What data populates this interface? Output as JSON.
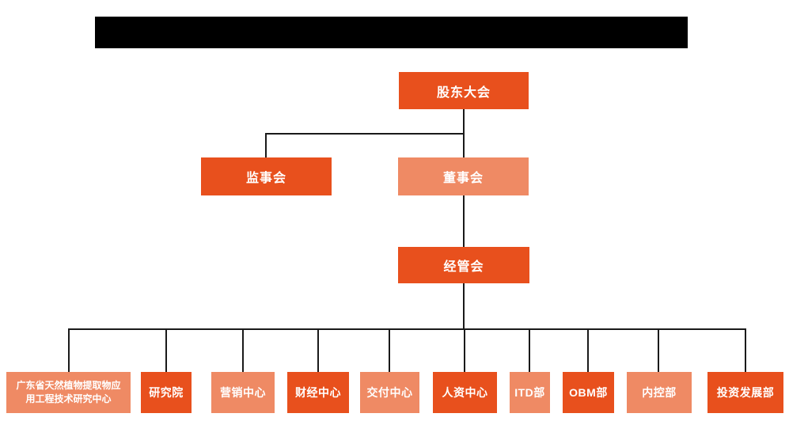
{
  "colors": {
    "primary_orange": "#E8501D",
    "light_orange": "#EF8A64",
    "connector_line": "#1A1A1A",
    "redacted_bar": "#000000",
    "node_text": "#FFFFFF",
    "background": "#FFFFFF"
  },
  "org_chart": {
    "shareholders": {
      "label": "股东大会",
      "variant": "dark"
    },
    "supervisory": {
      "label": "监事会",
      "variant": "dark"
    },
    "board": {
      "label": "董事会",
      "variant": "light"
    },
    "management": {
      "label": "经管会",
      "variant": "dark"
    },
    "departments": [
      {
        "label": "广东省天然植物提取物应用工程技术研究中心",
        "variant": "light"
      },
      {
        "label": "研究院",
        "variant": "dark"
      },
      {
        "label": "营销中心",
        "variant": "light"
      },
      {
        "label": "财经中心",
        "variant": "dark"
      },
      {
        "label": "交付中心",
        "variant": "light"
      },
      {
        "label": "人资中心",
        "variant": "dark"
      },
      {
        "label": "ITD部",
        "variant": "light"
      },
      {
        "label": "OBM部",
        "variant": "dark"
      },
      {
        "label": "内控部",
        "variant": "light"
      },
      {
        "label": "投资发展部",
        "variant": "dark"
      }
    ]
  }
}
